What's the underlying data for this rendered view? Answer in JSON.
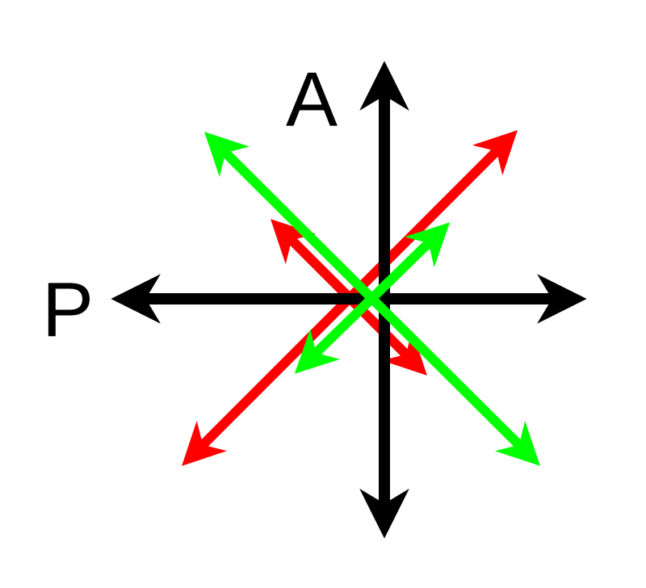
{
  "labels": {
    "vertical_axis": "A",
    "horizontal_axis": "P"
  },
  "colors": {
    "axes": "#000000",
    "red_arrows": "#ff0000",
    "green_arrows": "#00ff00",
    "background": "#ffffff"
  },
  "arrows": [
    {
      "name": "axis-vertical-arrow",
      "color_key": "axes",
      "orientation": "vertical"
    },
    {
      "name": "axis-horizontal-arrow",
      "color_key": "axes",
      "orientation": "horizontal"
    },
    {
      "name": "red-long-diagonal-arrow",
      "color_key": "red_arrows",
      "orientation": "diagonal-up-right"
    },
    {
      "name": "red-short-diagonal-arrow",
      "color_key": "red_arrows",
      "orientation": "diagonal-down-right"
    },
    {
      "name": "green-long-diagonal-arrow",
      "color_key": "green_arrows",
      "orientation": "diagonal-down-right"
    },
    {
      "name": "green-short-diagonal-arrow",
      "color_key": "green_arrows",
      "orientation": "diagonal-up-right"
    }
  ]
}
